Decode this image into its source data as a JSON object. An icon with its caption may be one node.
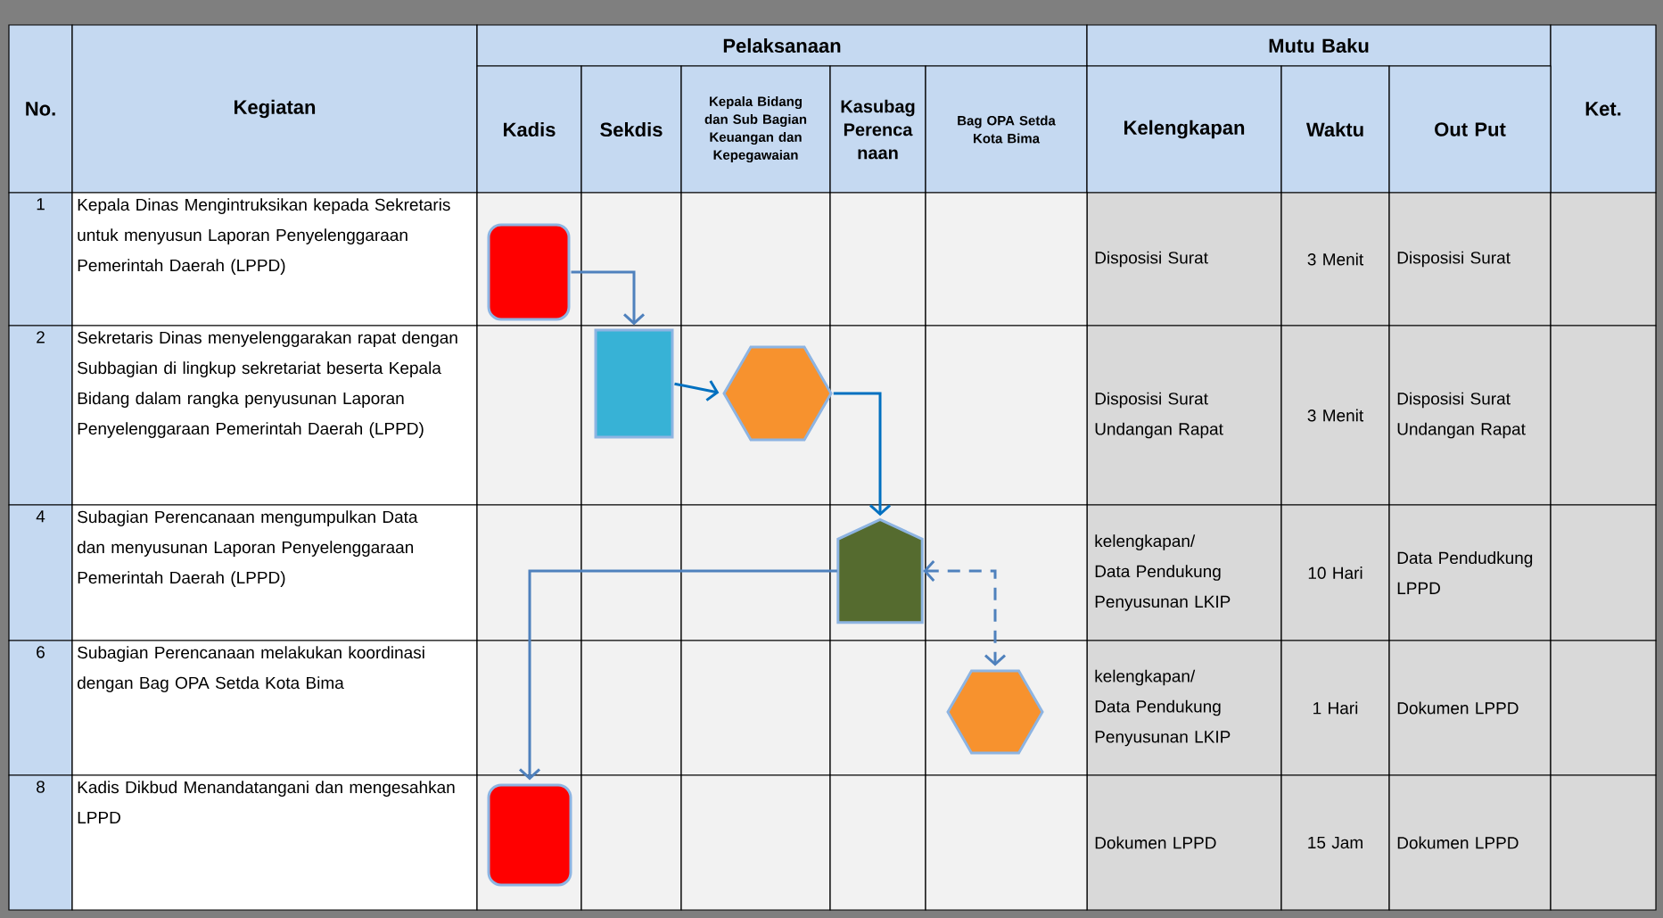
{
  "diagram": {
    "nodes": [
      {
        "text": [],
        "shape": "box"
      },
      {
        "text": [],
        "shape": "box"
      },
      {
        "text": [],
        "shape": "hexagon"
      },
      {
        "text": [],
        "shape": "pentagon"
      },
      {
        "text": [],
        "shape": "hexagon"
      },
      {
        "text": [],
        "shape": "box"
      }
    ],
    "edges": [
      {
        "from": 0,
        "to": 1,
        "arrow": "to"
      },
      {
        "from": 1,
        "to": 2,
        "arrow": "to",
        "color": "#0070c0"
      },
      {
        "from": 2,
        "to": 3,
        "arrow": "to",
        "color": "#0070c0"
      },
      {
        "from": 3,
        "to": 5,
        "arrow": "to"
      },
      {
        "from": 3,
        "to": 4,
        "arrow": "both",
        "style": "dashed"
      }
    ],
    "labels": [
      "No.",
      "Kegiatan",
      "Pelaksanaan",
      "Mutu Baku",
      "Ket.",
      "Kadis",
      "Sekdis",
      "Kepala Bidang dan Sub Bagian Keuangan dan Kepegawaian",
      "Kasubag Perenca naan",
      "Bag OPA Setda Kota Bima",
      "Kelengkapan",
      "Waktu",
      "Out Put",
      "1",
      "Kepala Dinas Mengintruksikan kepada Sekretaris untuk menyusun Laporan Penyelenggaraan Pemerintah Daerah (LPPD)",
      "Disposisi Surat",
      "3 Menit",
      "Disposisi Surat",
      "2",
      "Sekretaris Dinas menyelenggarakan rapat dengan Subbagian di lingkup sekretariat beserta  Kepala Bidang dalam rangka penyusunan Laporan Penyelenggaraan Pemerintah Daerah (LPPD)",
      "Disposisi Surat Undangan Rapat",
      "3 Menit",
      "Disposisi Surat Undangan Rapat",
      "4",
      "Subagian Perencanaan mengumpulkan Data dan menyusunan Laporan Penyelenggaraan Pemerintah Daerah (LPPD)",
      "kelengkapan/ Data Pendukung Penyusunan LKIP",
      "10 Hari",
      "Data Pendudkung LPPD",
      "6",
      "Subagian Perencanaan melakukan koordinasi dengan  Bag OPA Setda Kota Bima",
      "kelengkapan/ Data Pendukung Penyusunan LKIP",
      "1 Hari",
      "Dokumen LPPD",
      "8",
      "Kadis Dikbud Menandatangani dan mengesahkan LPPD",
      "Dokumen LPPD",
      "15 Jam",
      "Dokumen LPPD"
    ]
  }
}
